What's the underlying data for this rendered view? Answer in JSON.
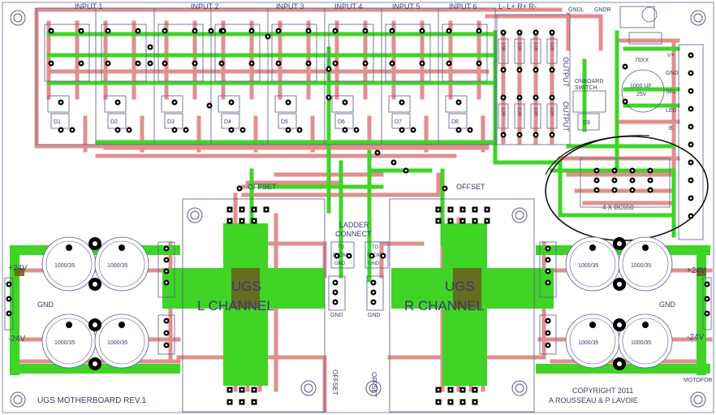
{
  "board": {
    "title": "UGS MOTHERBOARD REV.1",
    "copyright_line1": "COPYRIGHT 2011",
    "copyright_line2": "A ROUSSEAU & P LAVOIE",
    "logo": "MOTOFOB"
  },
  "inputs": {
    "headers": [
      "INPUT 1",
      "INPUT 2",
      "INPUT 3",
      "INPUT 4",
      "INPUT 5",
      "INPUT 6"
    ],
    "diodes": [
      "D1",
      "D2",
      "D3",
      "D4",
      "D5",
      "D6",
      "D7",
      "D8",
      "D9"
    ]
  },
  "output": {
    "header": "L-  L+  R+  R-",
    "label": "OUTPUT",
    "side_label": "OUTPUT",
    "resistor_label": "10R",
    "gnd_left": "GNDL",
    "gnd_right": "GNDR"
  },
  "supply": {
    "regulator": "78XX",
    "cap": "1000 UF",
    "cap_voltage": "25V",
    "pins": [
      "V+",
      "GND",
      "SEL",
      "LED",
      "B",
      "",
      "",
      "",
      "",
      ""
    ],
    "relay_label": "4 X BC550",
    "switch_label": "SWITCH",
    "onboard_label": "ONBOARD"
  },
  "ladder": {
    "title": "LADDER",
    "subtitle": "CONNECT",
    "to": "TO",
    "from": "FROM",
    "gnd": "GND",
    "bottom_gnd": "GND"
  },
  "channels": {
    "left": {
      "title": "UGS",
      "name": "L CHANNEL",
      "offset": "OFFSET",
      "offset_bottom": "OFFSET",
      "gnd": "GND"
    },
    "right": {
      "title": "UGS",
      "name": "R CHANNEL",
      "offset": "OFFSET",
      "offset_bottom": "OFFSET",
      "gnd": "GND"
    }
  },
  "power": {
    "plus": "+24V",
    "minus": "-24V",
    "gnd": "GND",
    "cap_label": "1000/35"
  },
  "colors": {
    "trace_red": "#e08f8f",
    "trace_green": "#3fd426",
    "overlap": "#6b5a20",
    "silk": "#5a5a8a",
    "pad": "#000000"
  }
}
